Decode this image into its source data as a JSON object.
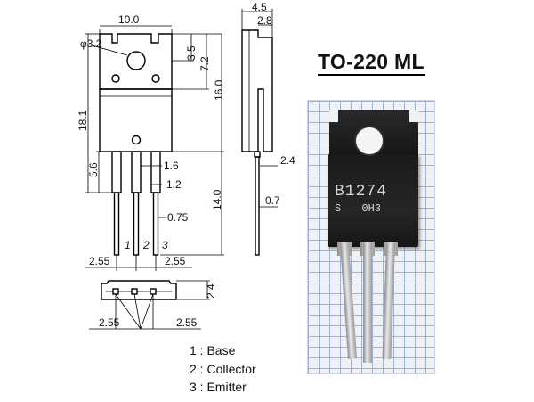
{
  "title": "TO-220 ML",
  "dimensions": {
    "width": "10.0",
    "hole": "φ3.2",
    "hole_offset": "3.5",
    "tab_h": "7.2",
    "body_h": "16.0",
    "total_left": "18.1",
    "lead_shoulder": "5.6",
    "pin_w": "1.6",
    "pin_t": "1.2",
    "lead_len": "14.0",
    "lead_w": "0.75",
    "pitch_left": "2.55",
    "pitch_right": "2.55",
    "depth": "4.5",
    "tab_depth": "2.8",
    "lead_offset": "2.4",
    "lead_thickness": "0.7",
    "bottom_h": "2.4",
    "bottom_pitch_left": "2.55",
    "bottom_pitch_right": "2.55"
  },
  "pin_numbers": [
    "1",
    "2",
    "3"
  ],
  "photo": {
    "marking_line1": "B1274",
    "marking_line2": "S 0H3"
  },
  "pin_map": [
    "1 : Base",
    "2 : Collector",
    "3 : Emitter"
  ]
}
